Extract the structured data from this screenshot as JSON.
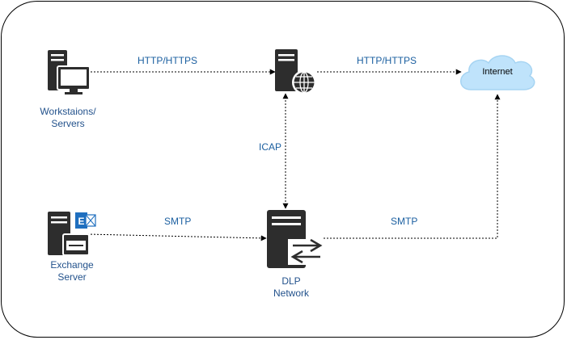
{
  "diagram": {
    "nodes": {
      "workstations": {
        "label_line1": "Workstaions/",
        "label_line2": "Servers",
        "icon": "workstation-server-icon"
      },
      "proxy": {
        "icon": "web-proxy-server-icon"
      },
      "internet": {
        "label": "Internet",
        "icon": "cloud-icon"
      },
      "exchange": {
        "label_line1": "Exchange",
        "label_line2": "Server",
        "icon": "exchange-server-icon"
      },
      "dlp": {
        "label_line1": "DLP",
        "label_line2": "Network",
        "icon": "dlp-network-server-icon"
      }
    },
    "edges": {
      "ws_to_proxy": "HTTP/HTTPS",
      "proxy_to_internet": "HTTP/HTTPS",
      "icap": "ICAP",
      "exchange_to_dlp": "SMTP",
      "dlp_to_internet": "SMTP"
    },
    "colors": {
      "icon_dark": "#2d2d2d",
      "label_blue": "#23528c",
      "edge_label": "#1b5fa0",
      "cloud_fill": "#bfe3fb",
      "cloud_stroke": "#a6d4f2",
      "exchange_blue": "#1f6fbf",
      "line": "#000000"
    }
  }
}
